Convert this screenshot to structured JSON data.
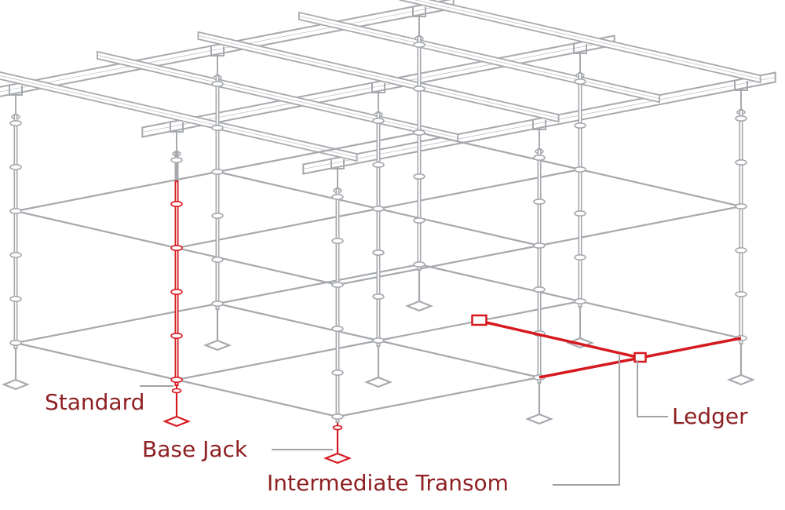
{
  "diagram": {
    "labels": {
      "standard": "Standard",
      "base_jack": "Base Jack",
      "intermediate_transom": "Intermediate Transom",
      "ledger": "Ledger"
    },
    "colors": {
      "structure": "#a6a9ad",
      "highlight": "#d6191f",
      "label_text": "#8e2023",
      "leader": "#a3a3a3",
      "background": "#ffffff"
    }
  }
}
